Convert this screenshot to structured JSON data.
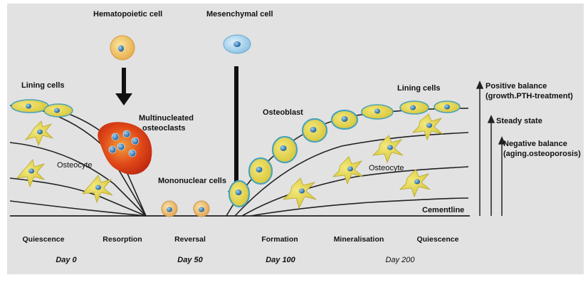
{
  "labels": {
    "hematopoietic_cell": "Hematopoietic cell",
    "mesenchymal_cell": "Mesenchymal cell",
    "lining_cells_left": "Lining cells",
    "lining_cells_right": "Lining cells",
    "multinucleated_osteoclasts_line1": "Multinucleated",
    "multinucleated_osteoclasts_line2": "osteoclasts",
    "osteocyte_left": "Osteocyte",
    "osteocyte_right": "Osteocyte",
    "mononuclear_cells": "Mononuclear cells",
    "osteoblast": "Osteoblast",
    "cementline": "Cementline"
  },
  "balance": {
    "positive_line1": "Positive balance",
    "positive_line2": "(growth.PTH-treatment)",
    "steady": "Steady state",
    "negative_line1": "Negative balance",
    "negative_line2": "(aging.osteoporosis)"
  },
  "stages": [
    "Quiescence",
    "Resorption",
    "Reversal",
    "Formation",
    "Mineralisation",
    "Quiescence"
  ],
  "days": [
    "Day 0",
    "Day 50",
    "Day 100",
    "Day 200"
  ],
  "colors": {
    "panel": "#e2e2e2",
    "cell_fill": "#e8d84a",
    "cell_edge": "#4aa3b8",
    "nucleus": "#2a6fb0",
    "osteoclast": "#e0401a",
    "line": "#222222"
  }
}
